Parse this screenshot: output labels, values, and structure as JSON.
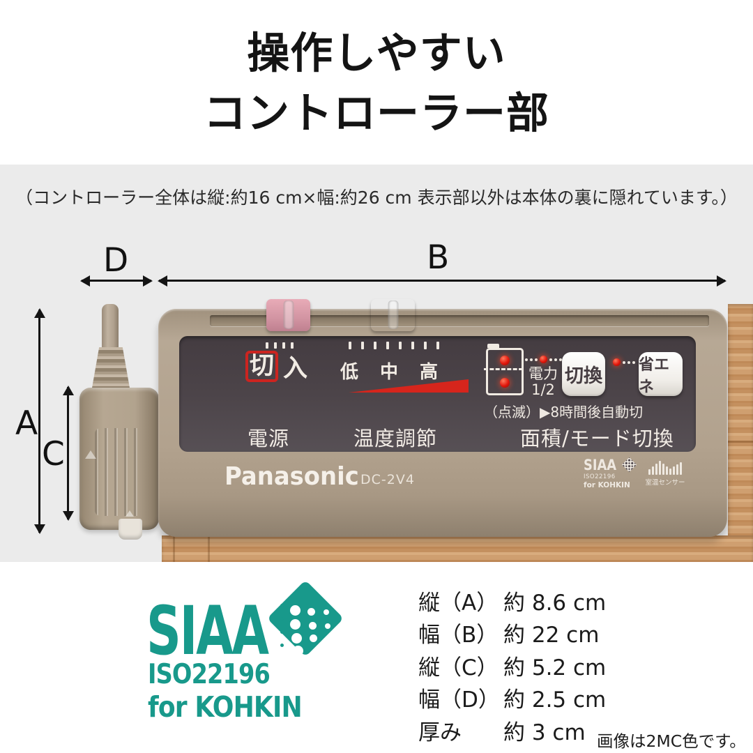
{
  "title": {
    "line1": "操作しやすい",
    "line2": "コントローラー部"
  },
  "figure": {
    "caption": "（コントローラー全体は縦:約16 cm×幅:約26 cm 表示部以外は本体の裏に隠れています。）",
    "dims": {
      "a": "A",
      "b": "B",
      "c": "C",
      "d": "D"
    }
  },
  "controller": {
    "power_off": "切",
    "power_on": "入",
    "temp_low": "低",
    "temp_mid": "中",
    "temp_high": "高",
    "watt_label": "電力",
    "watt_value": "1/2",
    "switch_button": "切換",
    "eco_button": "省エネ",
    "timer_note": "（点滅）▶8時間後自動切",
    "power_label": "電源",
    "temp_label": "温度調節",
    "mode_label": "面積/モード切換",
    "brand": "Panasonic",
    "model": "DC-2V4",
    "siaa_mark": {
      "name": "SIAA",
      "iso": "ISO22196",
      "cert": "for KOHKIN"
    },
    "sensor_label": "室温センサー"
  },
  "siaa_logo": {
    "name": "SIAA",
    "iso": "ISO22196",
    "cert": "for KOHKIN",
    "color": "#18998b"
  },
  "specs": {
    "rows": [
      {
        "label": "縦（A）",
        "value": "約 8.6 cm"
      },
      {
        "label": "幅（B）",
        "value": "約 22 cm"
      },
      {
        "label": "縦（C）",
        "value": "約 5.2 cm"
      },
      {
        "label": "幅（D）",
        "value": "約 2.5 cm"
      },
      {
        "label": "厚み",
        "value": "約 3 cm"
      }
    ],
    "note": "画像は2MC色です。"
  },
  "colors": {
    "accent_teal": "#18998b",
    "panel_dark": "#4c4449",
    "body_tan": "#b2a28e",
    "slider_pink": "#d294a2",
    "red_accent": "#d6251c",
    "wood": "#cf9f70",
    "figure_bg": "#ebebeb"
  }
}
